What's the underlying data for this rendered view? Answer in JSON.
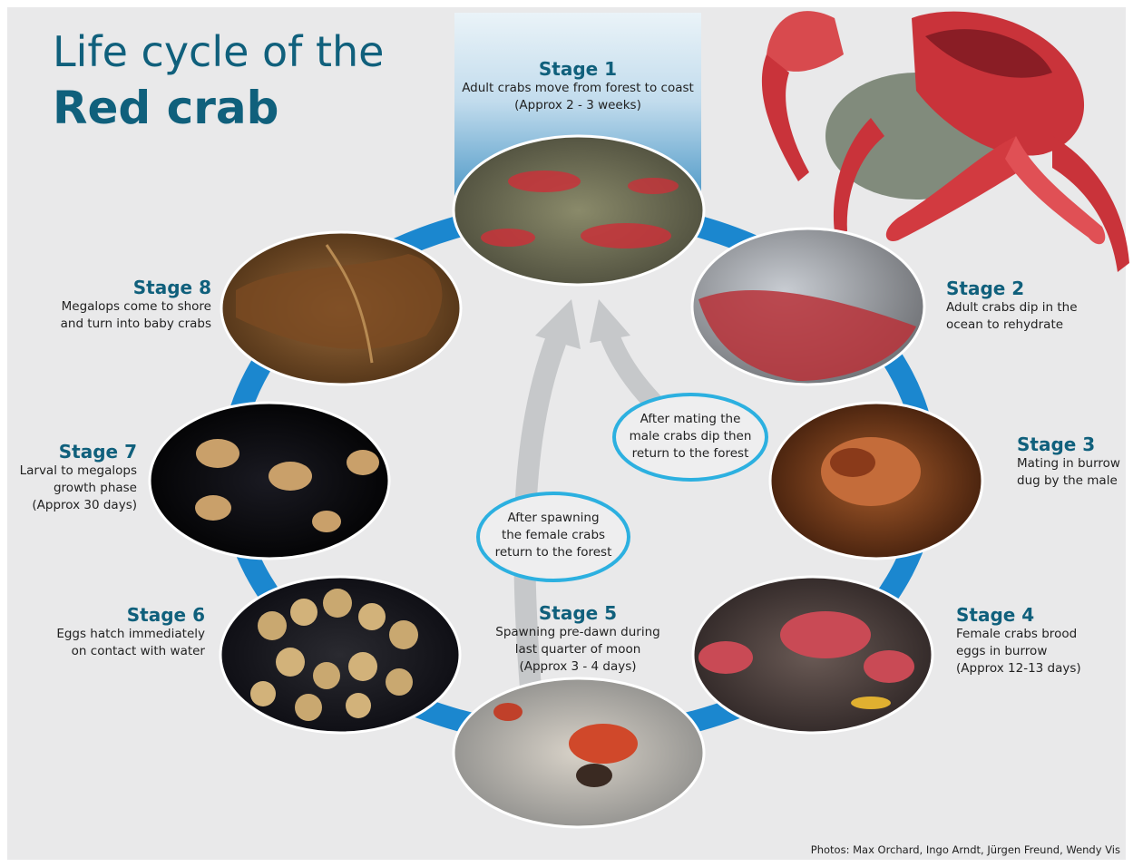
{
  "title": {
    "line1": "Life cycle of the",
    "line2": "Red crab"
  },
  "stages": [
    {
      "name": "Stage 1",
      "desc": [
        "Adult crabs move from forest to coast",
        "(Approx 2 - 3 weeks)"
      ]
    },
    {
      "name": "Stage 2",
      "desc": [
        "Adult crabs dip in the",
        "ocean to rehydrate"
      ]
    },
    {
      "name": "Stage 3",
      "desc": [
        "Mating in burrow",
        "dug by the male"
      ]
    },
    {
      "name": "Stage 4",
      "desc": [
        "Female crabs brood",
        "eggs in burrow",
        "(Approx 12-13 days)"
      ]
    },
    {
      "name": "Stage 5",
      "desc": [
        "Spawning pre-dawn during",
        "last quarter of moon",
        "(Approx 3 - 4 days)"
      ]
    },
    {
      "name": "Stage 6",
      "desc": [
        "Eggs hatch immediately",
        "on contact with water"
      ]
    },
    {
      "name": "Stage 7",
      "desc": [
        "Larval to megalops",
        "growth phase",
        "(Approx 30 days)"
      ]
    },
    {
      "name": "Stage 8",
      "desc": [
        "Megalops come to shore",
        "and turn into baby crabs"
      ]
    }
  ],
  "notes": {
    "male": [
      "After mating the",
      "male crabs dip then",
      "return to the forest"
    ],
    "female": [
      "After spawning",
      "the female crabs",
      "return to the forest"
    ]
  },
  "credits": "Photos: Max Orchard, Ingo Arndt, Jürgen Freund, Wendy Vis",
  "colors": {
    "title": "#10607c",
    "ring": "#1b87cf",
    "note_outline": "#2cb0e0",
    "crab": "#d03a3f",
    "arrow": "#c6c8ca"
  }
}
